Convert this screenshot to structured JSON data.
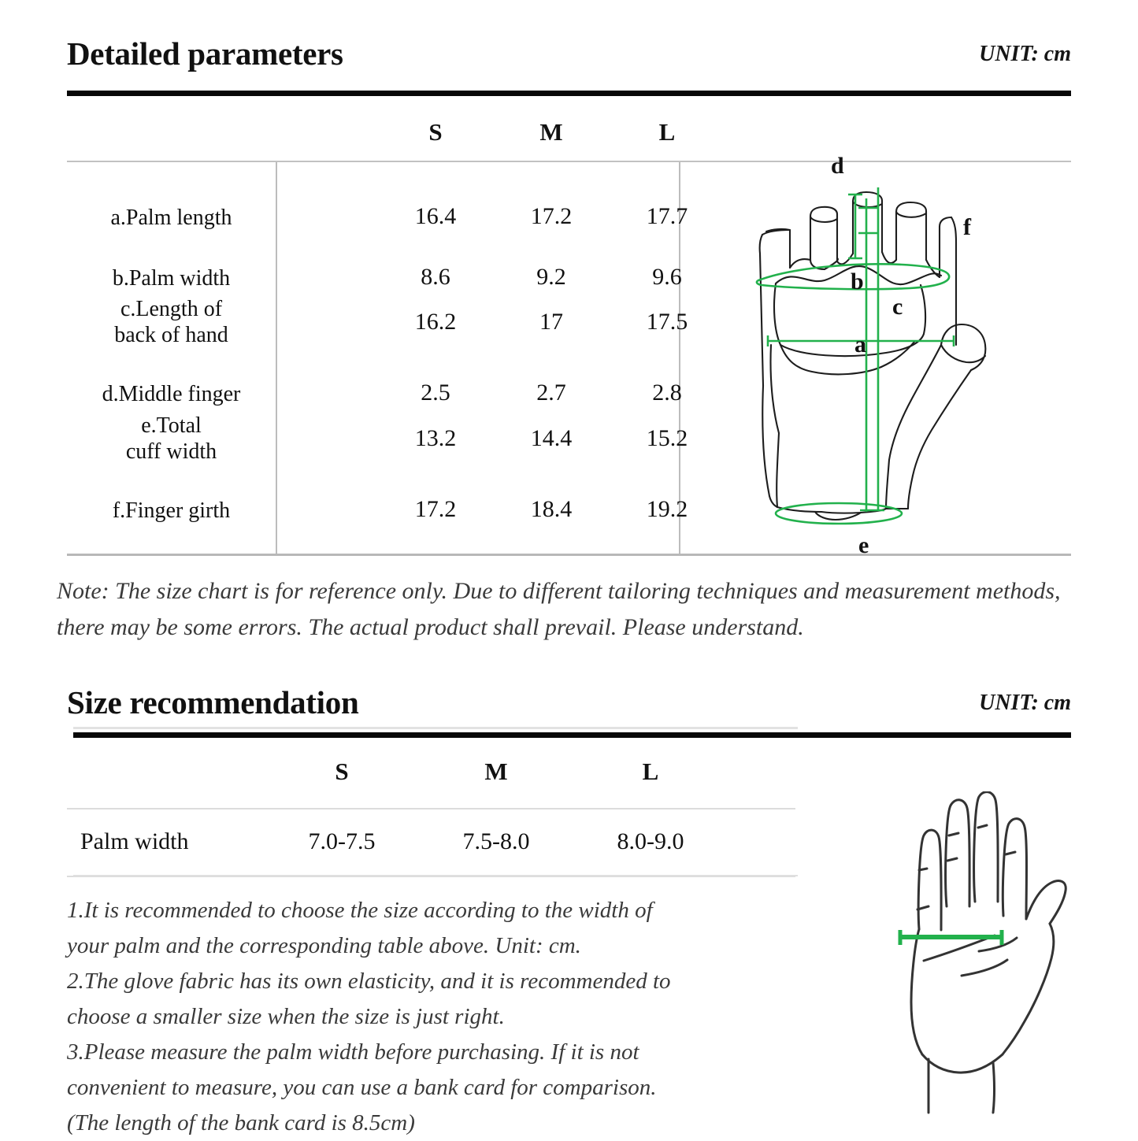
{
  "sections": [
    {
      "title": "Detailed parameters",
      "unit": "UNIT: cm",
      "columns": [
        "S",
        "M",
        "L"
      ],
      "rows": [
        {
          "label": "a.Palm length",
          "values": [
            "16.4",
            "17.2",
            "17.7"
          ]
        },
        {
          "label": "b.Palm width",
          "values": [
            "8.6",
            "9.2",
            "9.6"
          ]
        },
        {
          "label": "c.Length of\nback of hand",
          "values": [
            "16.2",
            "17",
            "17.5"
          ]
        },
        {
          "label": "d.Middle finger",
          "values": [
            "2.5",
            "2.7",
            "2.8"
          ]
        },
        {
          "label": "e.Total\ncuff width",
          "values": [
            "13.2",
            "14.4",
            "15.2"
          ]
        },
        {
          "label": "f.Finger girth",
          "values": [
            "17.2",
            "18.4",
            "19.2"
          ]
        }
      ],
      "note": "Note: The size chart is for reference only. Due to different tailoring techniques and measurement methods, there may be some errors. The actual product shall prevail. Please understand."
    },
    {
      "title": "Size recommendation",
      "unit": "UNIT: cm",
      "columns": [
        "S",
        "M",
        "L"
      ],
      "rows": [
        {
          "label": "Palm width",
          "values": [
            "7.0-7.5",
            "7.5-8.0",
            "8.0-9.0"
          ]
        }
      ],
      "tips": [
        "1.It is recommended to choose the size according to the width of\nyour palm and the corresponding table above. Unit: cm.",
        "2.The glove fabric has its own elasticity, and it is recommended to\nchoose a smaller size when the size is just right.",
        "3.Please measure the palm width before purchasing. If it is not\nconvenient to measure, you can use a bank card for comparison.\n(The length of the bank card is 8.5cm)"
      ]
    }
  ],
  "glove_diagram": {
    "labels": {
      "a": "a",
      "b": "b",
      "c": "c",
      "d": "d",
      "e": "e",
      "f": "f"
    }
  },
  "colors": {
    "measure_green": "#22b14c",
    "rule_black": "#080808",
    "rule_gray": "#bcbcbc",
    "text": "#111111",
    "note_text": "#3a3a3a"
  }
}
